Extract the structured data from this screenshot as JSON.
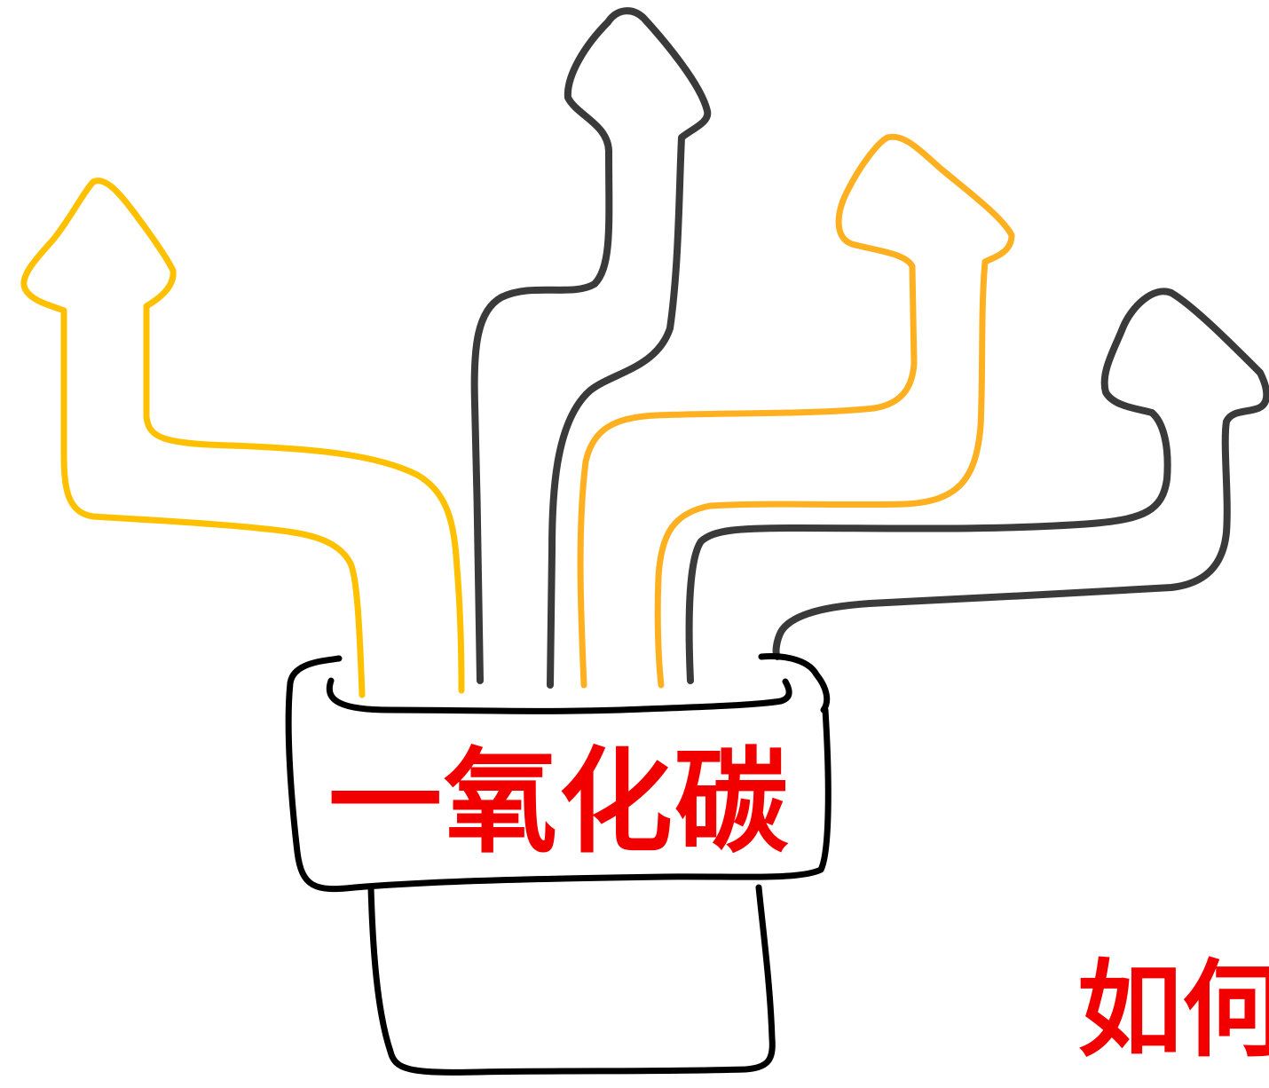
{
  "diagram": {
    "pot_label": "一氧化碳",
    "corner_text": "如何",
    "arrows": [
      {
        "style": "hatched",
        "color": "#ffc000",
        "stroke": "#f5b400"
      },
      {
        "style": "outline",
        "color": "#3a3a3a",
        "stroke": "#3a3a3a"
      },
      {
        "style": "hatched",
        "color": "#ff8c00",
        "stroke": "#ffb020"
      },
      {
        "style": "outline",
        "color": "#3a3a3a",
        "stroke": "#3a3a3a"
      }
    ],
    "colors": {
      "label": "#f20000",
      "pot_outline": "#000000",
      "background": "#ffffff"
    }
  }
}
